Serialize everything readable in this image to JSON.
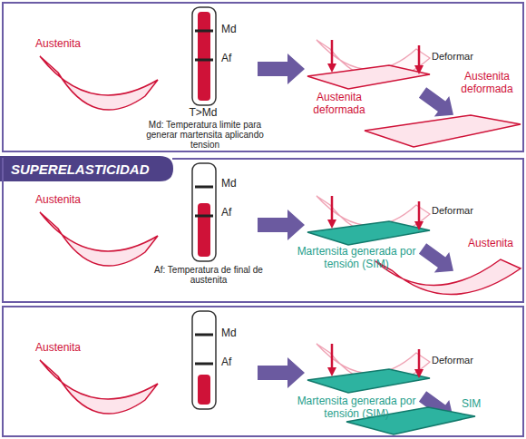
{
  "diagram": {
    "nodes": [
      {
        "text": [
          "Austenita",
          "Md",
          "Af",
          "T>Md",
          "Md: Temperatura limite para generar martensita aplicando tension",
          "Deformar",
          "Austenita deformada",
          "Austenita deformada"
        ]
      },
      {
        "text": [
          "SUPERELASTICIDAD",
          "Austenita",
          "Md",
          "Af",
          "Af: Temperatura de final de austenita",
          "Deformar",
          "Martensita generada por tensión (SIM)",
          "Austenita"
        ]
      },
      {
        "text": [
          "Austenita",
          "Md",
          "Af",
          "Deformar",
          "Martensita generada por tensión (SIM)",
          "SIM"
        ]
      }
    ]
  }
}
